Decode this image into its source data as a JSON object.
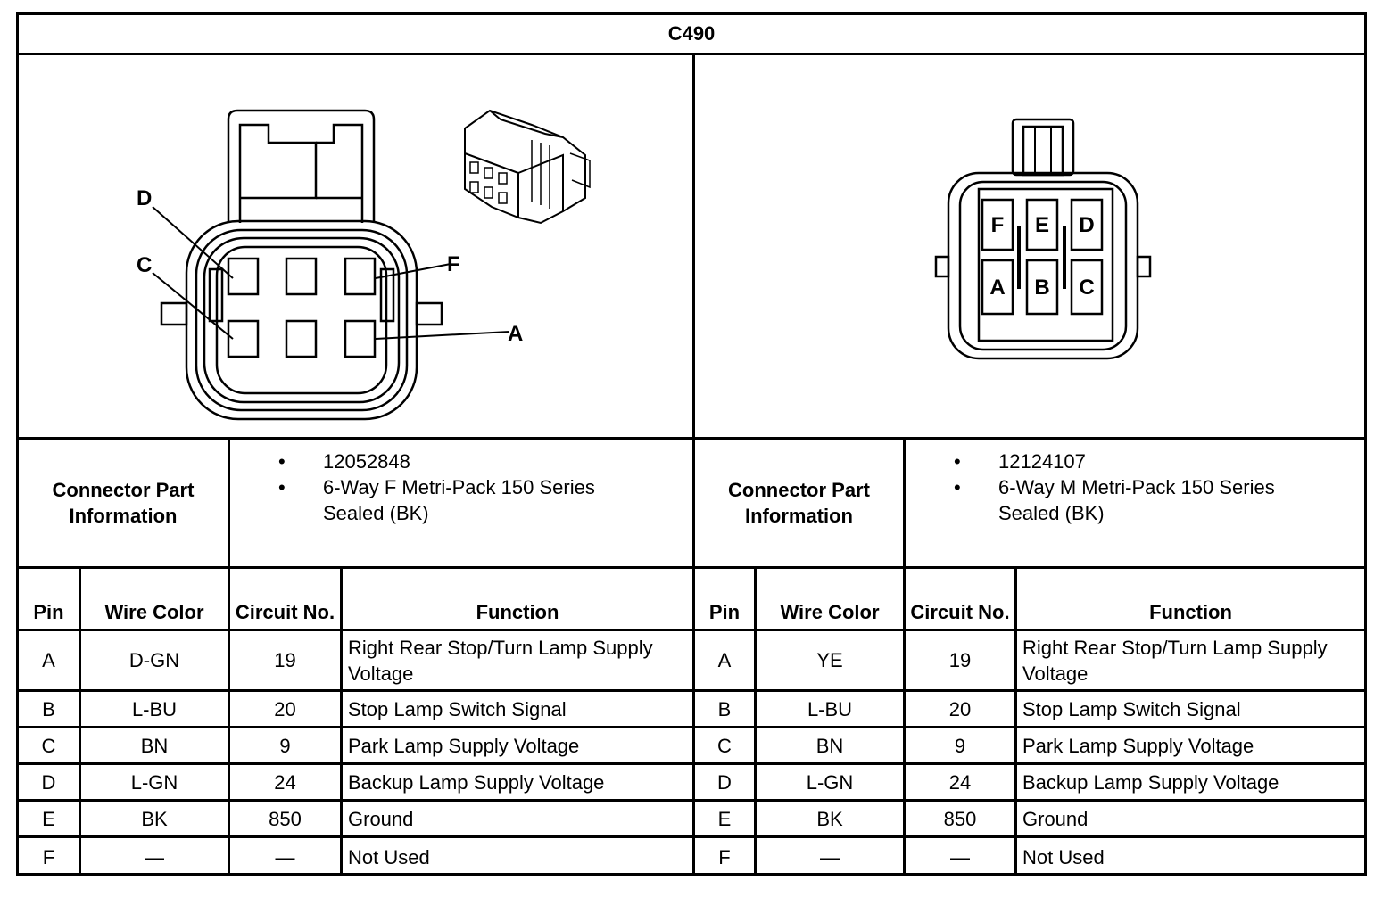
{
  "title": "C490",
  "diagram_labels": {
    "left": {
      "D": "D",
      "C": "C",
      "F": "F",
      "A": "A"
    },
    "right": [
      "F",
      "E",
      "D",
      "A",
      "B",
      "C"
    ]
  },
  "left": {
    "part_info_label": "Connector Part Information",
    "part_number": "12052848",
    "description": "6-Way F Metri-Pack 150 Series Sealed (BK)"
  },
  "right": {
    "part_info_label": "Connector Part Information",
    "part_number": "12124107",
    "description": "6-Way M Metri-Pack 150 Series Sealed (BK)"
  },
  "headers": {
    "pin": "Pin",
    "wire_color": "Wire Color",
    "circuit": "Circuit No.",
    "function": "Function"
  },
  "left_rows": [
    {
      "pin": "A",
      "wire": "D-GN",
      "circuit": "19",
      "function": "Right Rear Stop/Turn Lamp Supply Voltage"
    },
    {
      "pin": "B",
      "wire": "L-BU",
      "circuit": "20",
      "function": "Stop Lamp Switch Signal"
    },
    {
      "pin": "C",
      "wire": "BN",
      "circuit": "9",
      "function": "Park Lamp Supply Voltage"
    },
    {
      "pin": "D",
      "wire": "L-GN",
      "circuit": "24",
      "function": "Backup Lamp Supply Voltage"
    },
    {
      "pin": "E",
      "wire": "BK",
      "circuit": "850",
      "function": "Ground"
    },
    {
      "pin": "F",
      "wire": "—",
      "circuit": "—",
      "function": "Not Used"
    }
  ],
  "right_rows": [
    {
      "pin": "A",
      "wire": "YE",
      "circuit": "19",
      "function": "Right Rear Stop/Turn Lamp Supply Voltage"
    },
    {
      "pin": "B",
      "wire": "L-BU",
      "circuit": "20",
      "function": "Stop Lamp Switch Signal"
    },
    {
      "pin": "C",
      "wire": "BN",
      "circuit": "9",
      "function": "Park Lamp Supply Voltage"
    },
    {
      "pin": "D",
      "wire": "L-GN",
      "circuit": "24",
      "function": "Backup Lamp Supply Voltage"
    },
    {
      "pin": "E",
      "wire": "BK",
      "circuit": "850",
      "function": "Ground"
    },
    {
      "pin": "F",
      "wire": "—",
      "circuit": "—",
      "function": "Not Used"
    }
  ]
}
